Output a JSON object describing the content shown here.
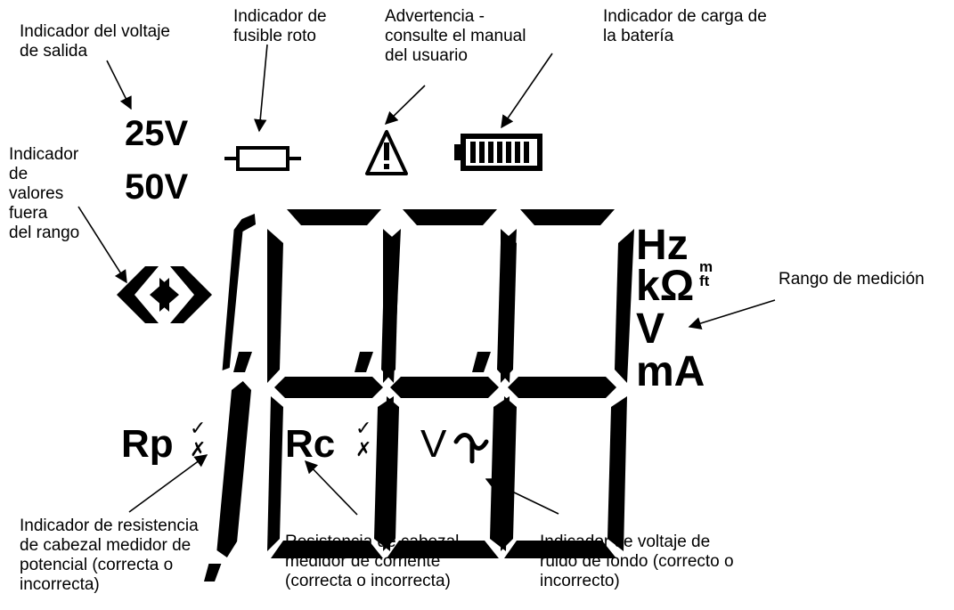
{
  "labels": {
    "output_voltage": "Indicador del voltaje\nde salida",
    "blown_fuse": "Indicador de\nfusible roto",
    "warning": "Advertencia -\nconsulte el manual\ndel usuario",
    "battery": "Indicador de carga de\nla batería",
    "out_of_range": "Indicador\nde\nvalores\nfuera\ndel rango",
    "measurement_range": "Rango de medición",
    "potential_probe": "Indicador de resistencia\nde cabezal medidor de\npotencial (correcta o\nincorrecta)",
    "current_probe": "Resistencia de cabezal\nmedidor de corriente\n(correcta o incorrecta)",
    "noise_voltage": "Indicador de voltaje de\nruido de fondo (correcto o\nincorrecto)"
  },
  "display": {
    "voltage_25": "25V",
    "voltage_50": "50V",
    "digits": "1,8,8,8",
    "units": [
      "Hz",
      "kΩ",
      "V",
      "mA"
    ],
    "unit_m": "m",
    "unit_ft": "ft",
    "rp": "Rp",
    "rc": "Rc",
    "v": "V",
    "check": "✓",
    "cross": "✗"
  },
  "icons": [
    "fuse-icon",
    "warning-triangle-icon",
    "battery-icon",
    "out-of-range-arrows-icon",
    "noise-wave-icon"
  ]
}
